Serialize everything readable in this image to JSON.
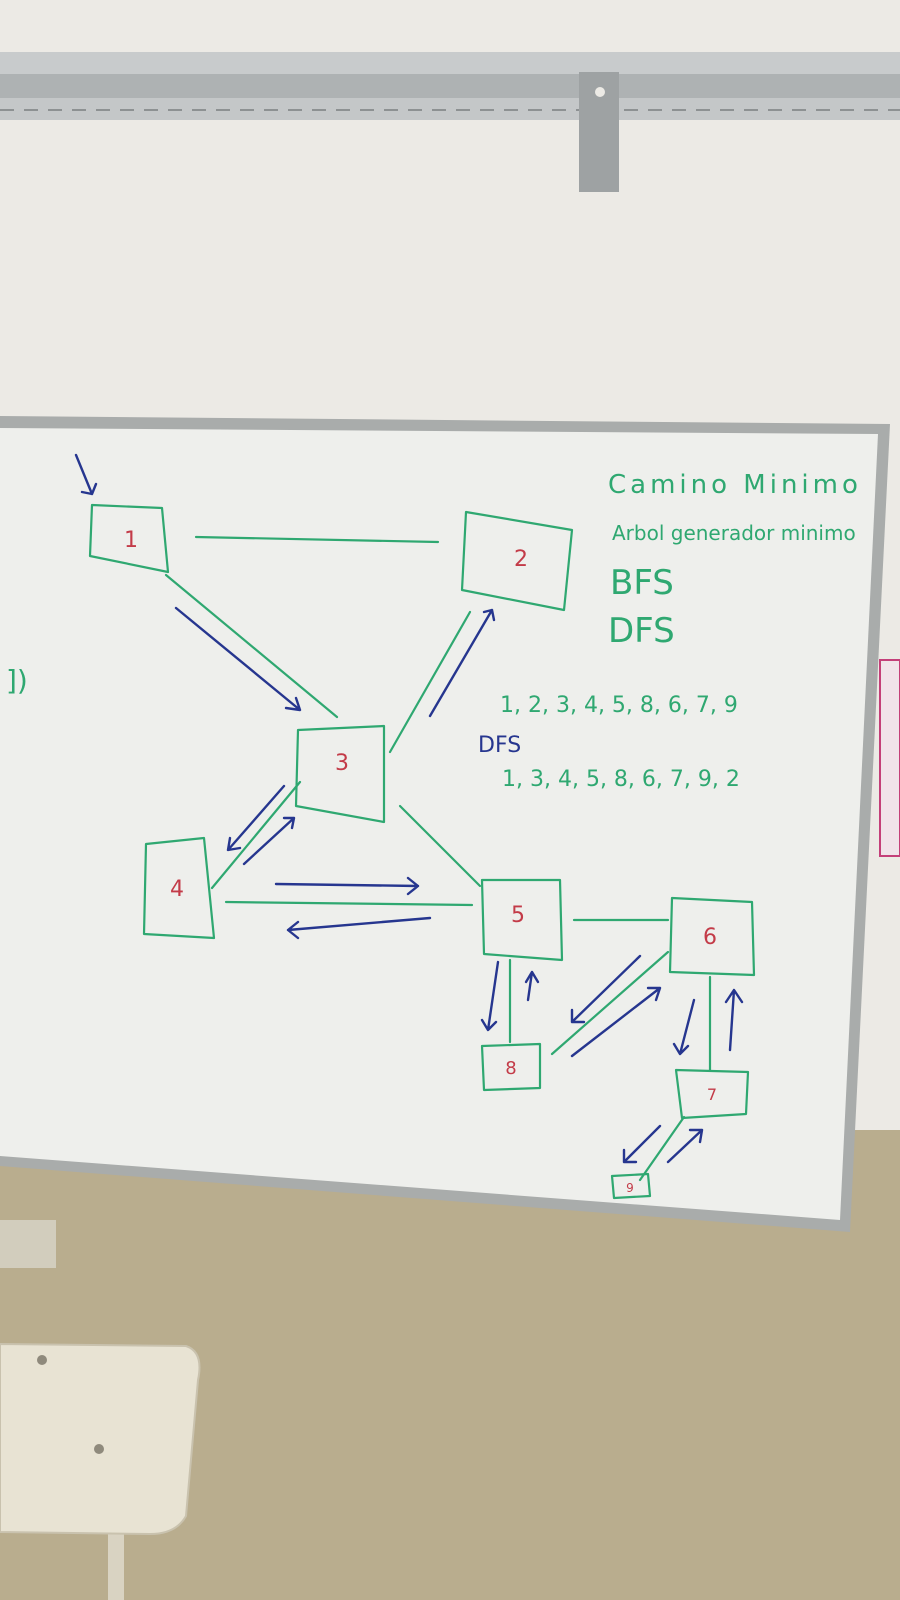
{
  "board": {
    "topics": [
      "Camino Minimo",
      "Arbol generador minimo",
      "BFS",
      "DFS"
    ],
    "bfs_order": "1, 2, 3, 4, 5, 8, 6, 7, 9",
    "dfs_heading": "DFS",
    "dfs_order": "1, 3, 4, 5, 8, 6, 7, 9, 2",
    "edge_fragment": "])"
  },
  "graph": {
    "nodes": [
      "1",
      "2",
      "3",
      "4",
      "5",
      "6",
      "7",
      "8",
      "9"
    ]
  },
  "colors": {
    "wall_upper": "#eceae5",
    "wall_lower": "#b9ad8e",
    "board_surface": "#eeefec",
    "board_frame": "#a9acab",
    "rail": "#b8bcbd",
    "green_marker": "#2fa871",
    "blue_marker": "#26368f",
    "red_marker": "#c33b48",
    "chair": "#e8e3d3"
  }
}
